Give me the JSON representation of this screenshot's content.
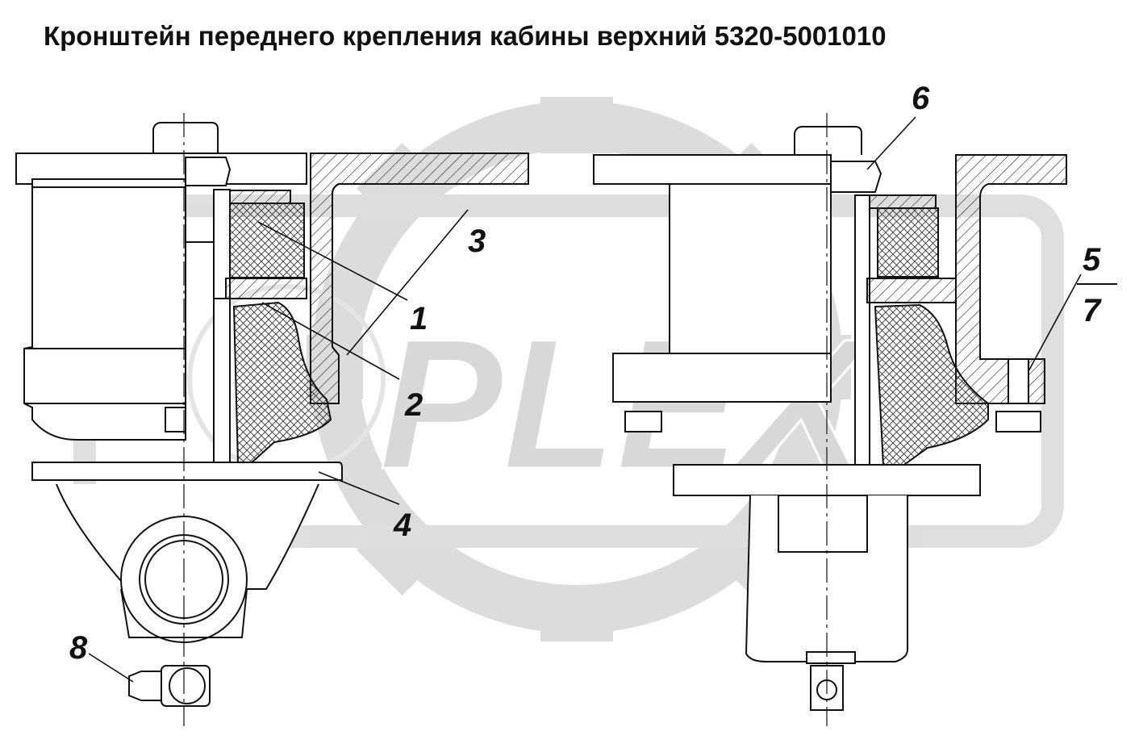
{
  "title": "Кронштейн переднего крепления кабины верхний 5320-5001010",
  "callouts": [
    {
      "id": "1",
      "text": "1"
    },
    {
      "id": "2",
      "text": "2"
    },
    {
      "id": "3",
      "text": "3"
    },
    {
      "id": "4",
      "text": "4"
    },
    {
      "id": "5",
      "text": "5"
    },
    {
      "id": "6",
      "text": "6"
    },
    {
      "id": "7",
      "text": "7"
    },
    {
      "id": "8",
      "text": "8"
    }
  ],
  "watermark": {
    "text": "PLEX",
    "color": "#cfcfcf"
  },
  "colors": {
    "line": "#111111",
    "rubber": "#cfcfcf",
    "watermark_gear": "#d4d4d4"
  }
}
